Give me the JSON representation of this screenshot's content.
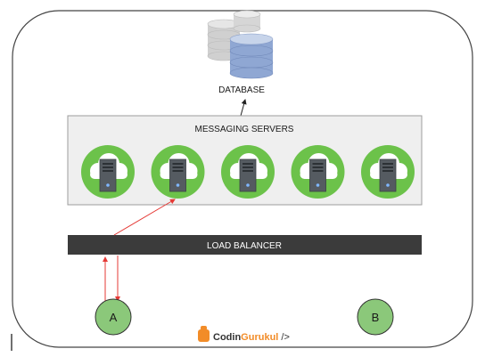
{
  "database": {
    "label": "DATABASE"
  },
  "messaging": {
    "label": "MESSAGING SERVERS",
    "server_count": 5
  },
  "load_balancer": {
    "label": "LOAD BALANCER"
  },
  "clients": [
    {
      "label": "A"
    },
    {
      "label": "B"
    }
  ],
  "brand": {
    "prefix": "Codin",
    "suffix": "Gurukul",
    "tag": " />"
  },
  "colors": {
    "frame": "#444444",
    "panel_fill": "#efefef",
    "lb_fill": "#3b3b3b",
    "cloud_green": "#6cc24a",
    "client_fill": "#8bc87a",
    "arrow_red": "#e53935",
    "db_top": "#c7d4ea",
    "db_body": "#8fa7d3",
    "db_grey": "#d0d0d0",
    "brand_orange": "#f28c28",
    "brand_text": "#333333"
  }
}
